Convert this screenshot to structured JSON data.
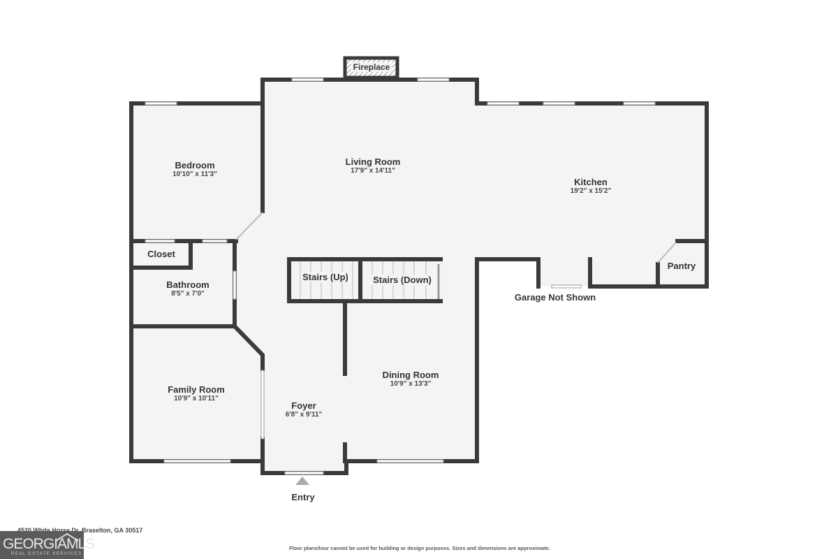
{
  "rooms": [
    {
      "name": "Bedroom",
      "dims": "10'10\" x 11'3\""
    },
    {
      "name": "Living Room",
      "dims": "17'9\" x 14'11\""
    },
    {
      "name": "Kitchen",
      "dims": "19'2\" x 15'2\""
    },
    {
      "name": "Closet"
    },
    {
      "name": "Bathroom",
      "dims": "8'5\" x 7'0\""
    },
    {
      "name": "Family Room",
      "dims": "10'9\" x 10'11\""
    },
    {
      "name": "Foyer",
      "dims": "6'8\" x 9'11\""
    },
    {
      "name": "Dining Room",
      "dims": "10'9\" x 13'3\""
    },
    {
      "name": "Pantry"
    }
  ],
  "features": {
    "fireplace": "Fireplace",
    "stairs_up": "Stairs (Up)",
    "stairs_down": "Stairs (Down)",
    "garage": "Garage Not Shown",
    "entry": "Entry"
  },
  "footer": {
    "address": "4520 White Horse Dr, Braselton, GA 30517",
    "disclaimer": "Floor plans/tour cannot be used for building or design purposes. Sizes and dimensions are approximate.",
    "logo_text": "GEORGIAMLS",
    "logo_sub": "REAL ESTATE SERVICES"
  },
  "colors": {
    "wall": "#3a3a3a",
    "floor": "#f4f4f4"
  }
}
